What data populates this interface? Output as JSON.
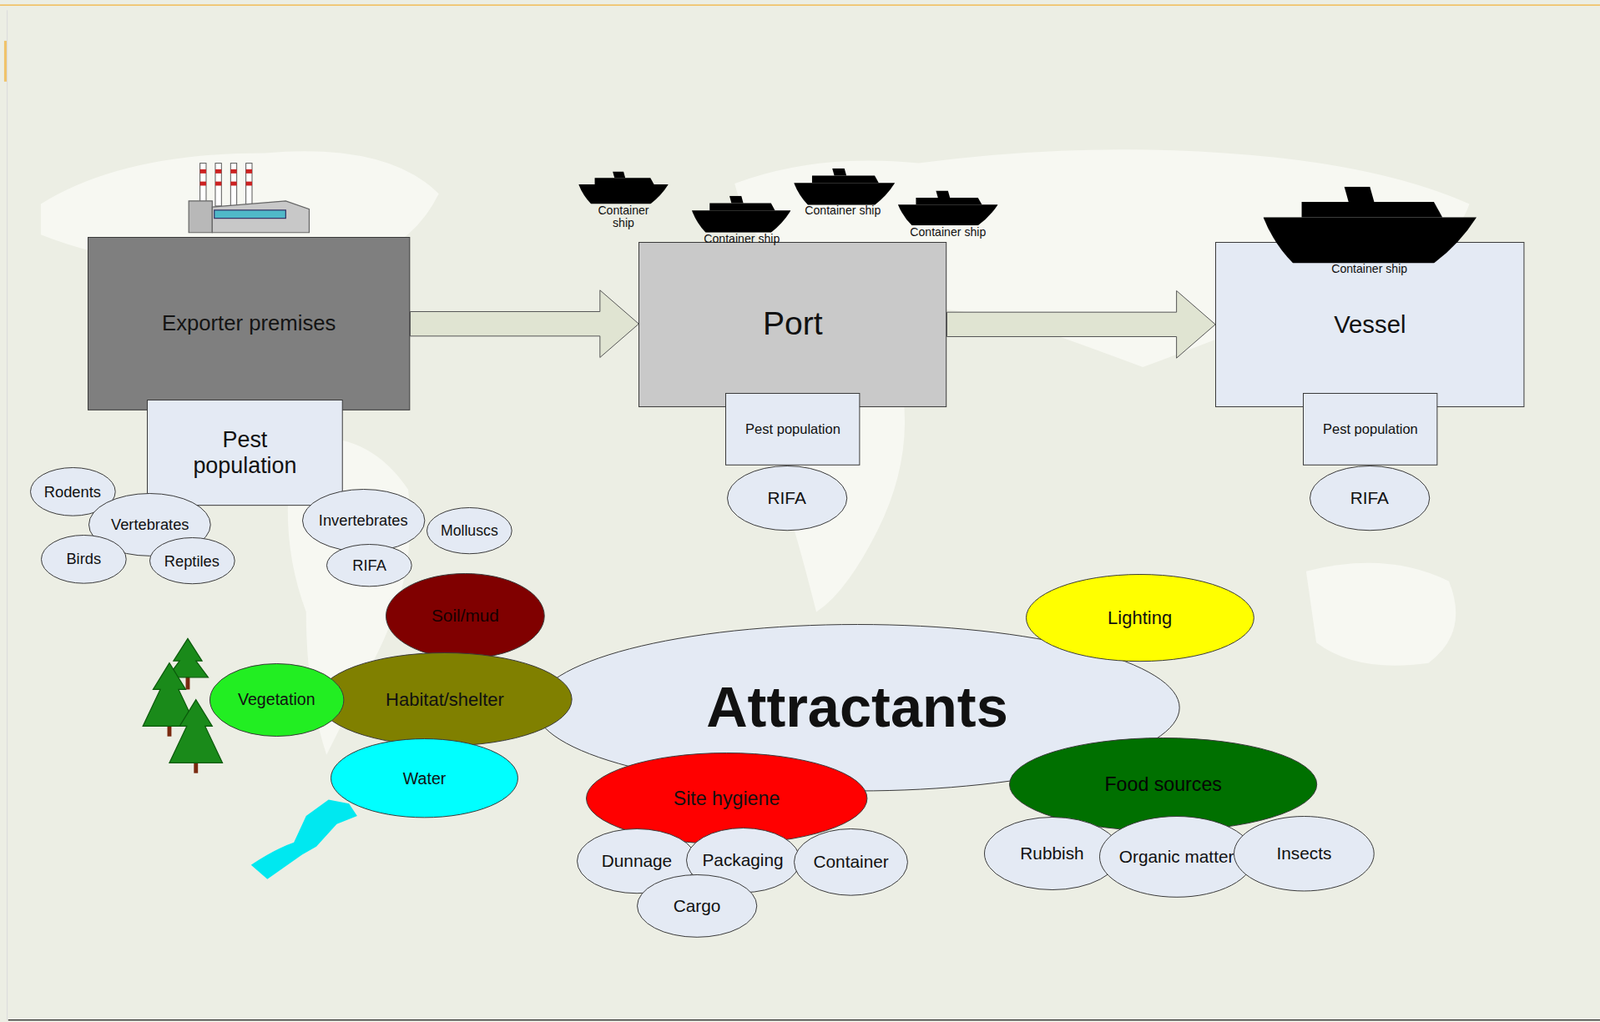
{
  "diagram": {
    "nodes": [
      {
        "text": [
          "Exporter premises"
        ]
      },
      {
        "text": [
          "Pest population"
        ]
      },
      {
        "text": [
          "Rodents"
        ]
      },
      {
        "text": [
          "Vertebrates"
        ]
      },
      {
        "text": [
          "Birds"
        ]
      },
      {
        "text": [
          "Reptiles"
        ]
      },
      {
        "text": [
          "Invertebrates"
        ]
      },
      {
        "text": [
          "Molluscs"
        ]
      },
      {
        "text": [
          "RIFA"
        ]
      },
      {
        "text": [
          "Port"
        ]
      },
      {
        "text": [
          "Pest population"
        ]
      },
      {
        "text": [
          "RIFA"
        ]
      },
      {
        "text": [
          "Vessel"
        ]
      },
      {
        "text": [
          "Pest population"
        ]
      },
      {
        "text": [
          "RIFA"
        ]
      },
      {
        "text": [
          "Attractants"
        ]
      },
      {
        "text": [
          "Soil/mud"
        ]
      },
      {
        "text": [
          "Habitat/shelter"
        ]
      },
      {
        "text": [
          "Vegetation"
        ]
      },
      {
        "text": [
          "Water"
        ]
      },
      {
        "text": [
          "Lighting"
        ]
      },
      {
        "text": [
          "Site hygiene"
        ]
      },
      {
        "text": [
          "Dunnage"
        ]
      },
      {
        "text": [
          "Packaging"
        ]
      },
      {
        "text": [
          "Container"
        ]
      },
      {
        "text": [
          "Cargo"
        ]
      },
      {
        "text": [
          "Food sources"
        ]
      },
      {
        "text": [
          "Rubbish"
        ]
      },
      {
        "text": [
          "Organic matter"
        ]
      },
      {
        "text": [
          "Insects"
        ]
      }
    ],
    "edges": [
      {
        "from": 0,
        "to": 9,
        "arrow": "to"
      },
      {
        "from": 9,
        "to": 12,
        "arrow": "to"
      }
    ],
    "labels": [
      "Container ship",
      "Container ship",
      "Container ship",
      "Container ship",
      "Container ship"
    ]
  }
}
